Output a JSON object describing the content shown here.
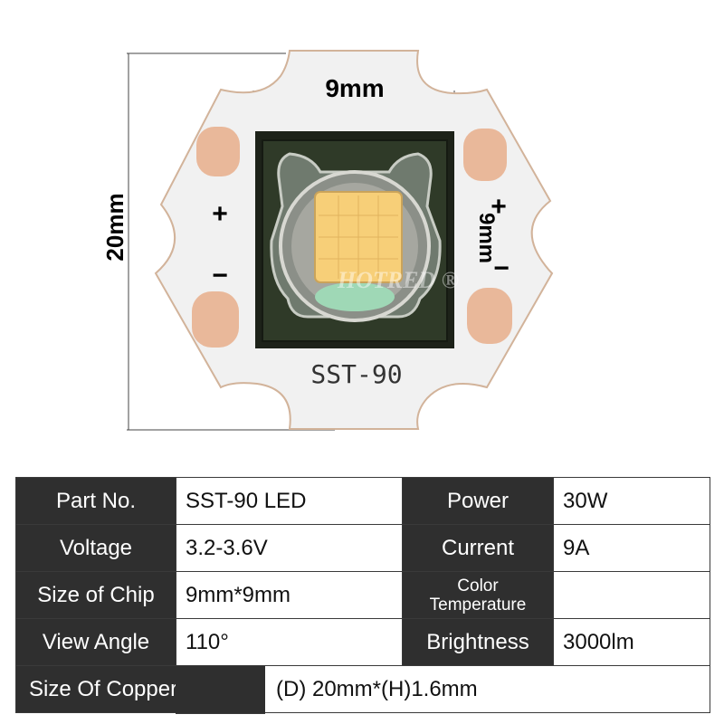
{
  "figure": {
    "board_width_label": "9mm",
    "board_height_label": "20mm",
    "chip_height_label": "9mm",
    "pcb_model_text": "SST-90",
    "plus_sign": "+",
    "minus_sign": "−",
    "watermark": "HOTRED ®"
  },
  "specs": {
    "part_no": {
      "label": "Part No.",
      "value": "SST-90 LED"
    },
    "power": {
      "label": "Power",
      "value": "30W"
    },
    "voltage": {
      "label": "Voltage",
      "value": "3.2-3.6V"
    },
    "current": {
      "label": "Current",
      "value": "9A"
    },
    "chip_size": {
      "label": "Size of Chip",
      "value": "9mm*9mm"
    },
    "color_temp": {
      "label_line1": "Color",
      "label_line2": "Temperature",
      "value": ""
    },
    "view_angle": {
      "label": "View Angle",
      "value": "110°"
    },
    "brightness": {
      "label": "Brightness",
      "value": "3000lm"
    },
    "board_size": {
      "label": "Size Of Copper Board",
      "value": "(D)  20mm*(H)1.6mm"
    }
  },
  "colors": {
    "table_label_bg": "#2f2f2f",
    "table_label_text": "#ffffff",
    "pcb": "#f1f1f1",
    "copper_pad": "#e9b89a",
    "package": "#2c3526",
    "emitter": "#f7cf78"
  }
}
